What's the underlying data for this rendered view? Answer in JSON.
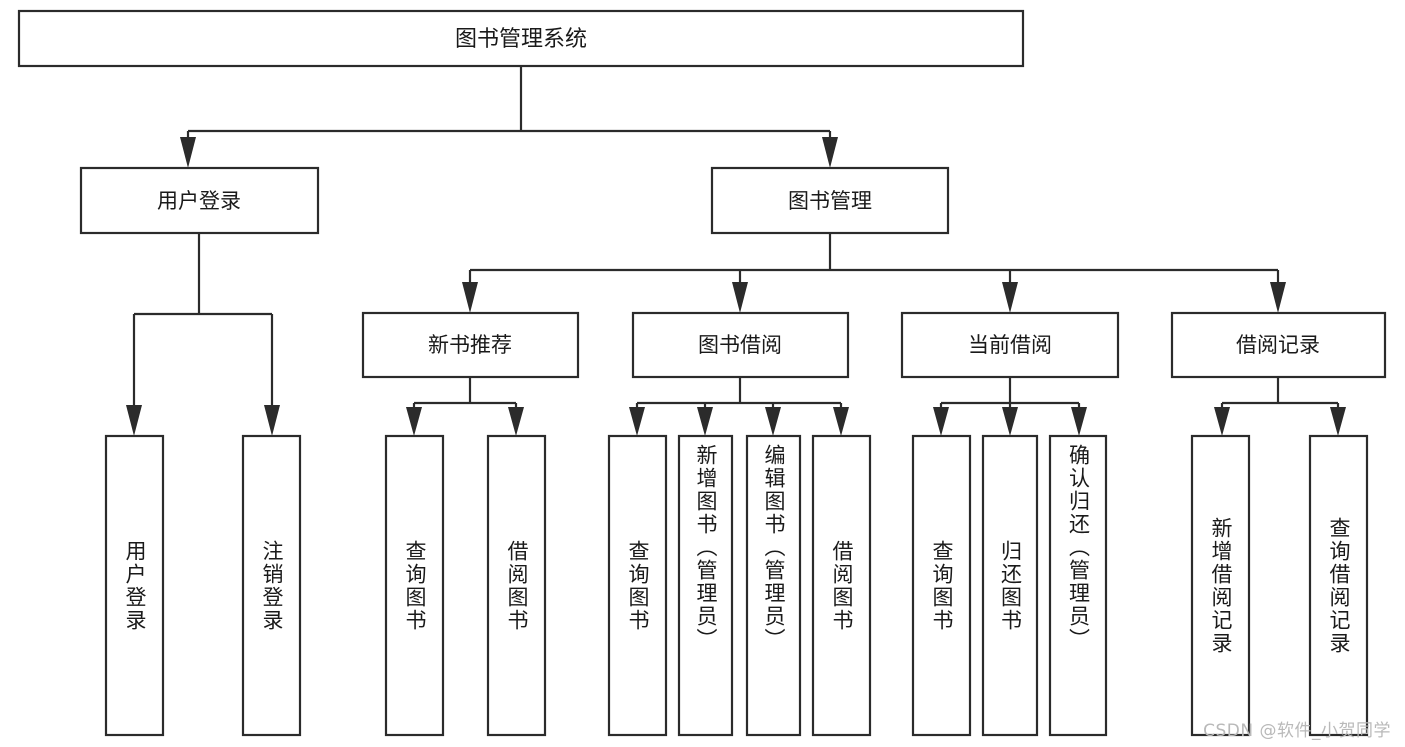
{
  "diagram": {
    "title": "图书管理系统",
    "type": "tree-hierarchy-chart",
    "orientation": "top-down",
    "box_fill": "#ffffff",
    "box_stroke": "#2b2b2b",
    "text_color": "#1a1a1a",
    "watermark": "CSDN @软件_小贺同学"
  },
  "nodes": {
    "root": {
      "label": "图书管理系统",
      "level": 0
    },
    "level1": [
      {
        "id": "user-login",
        "label": "用户登录"
      },
      {
        "id": "book-manage",
        "label": "图书管理"
      }
    ],
    "level2": [
      {
        "id": "new-book-recommend",
        "label": "新书推荐",
        "parent": "book-manage"
      },
      {
        "id": "book-borrow",
        "label": "图书借阅",
        "parent": "book-manage"
      },
      {
        "id": "current-borrow",
        "label": "当前借阅",
        "parent": "book-manage"
      },
      {
        "id": "borrow-record",
        "label": "借阅记录",
        "parent": "book-manage"
      }
    ],
    "leaves": [
      {
        "id": "leaf-user-login",
        "label": "用户登录",
        "parent": "user-login"
      },
      {
        "id": "leaf-logout-login",
        "label": "注销登录",
        "parent": "user-login"
      },
      {
        "id": "leaf-query-book-1",
        "label": "查询图书",
        "parent": "new-book-recommend"
      },
      {
        "id": "leaf-borrow-book-1",
        "label": "借阅图书",
        "parent": "new-book-recommend"
      },
      {
        "id": "leaf-query-book-2",
        "label": "查询图书",
        "parent": "book-borrow"
      },
      {
        "id": "leaf-add-book",
        "label": "新增图书（管理员）",
        "parent": "book-borrow"
      },
      {
        "id": "leaf-edit-book",
        "label": "编辑图书（管理员）",
        "parent": "book-borrow"
      },
      {
        "id": "leaf-borrow-book-2",
        "label": "借阅图书",
        "parent": "book-borrow"
      },
      {
        "id": "leaf-query-book-3",
        "label": "查询图书",
        "parent": "current-borrow"
      },
      {
        "id": "leaf-return-book",
        "label": "归还图书",
        "parent": "current-borrow"
      },
      {
        "id": "leaf-confirm-return",
        "label": "确认归还（管理员）",
        "parent": "current-borrow"
      },
      {
        "id": "leaf-add-record",
        "label": "新增借阅记录",
        "parent": "borrow-record"
      },
      {
        "id": "leaf-query-record",
        "label": "查询借阅记录",
        "parent": "borrow-record"
      }
    ]
  }
}
